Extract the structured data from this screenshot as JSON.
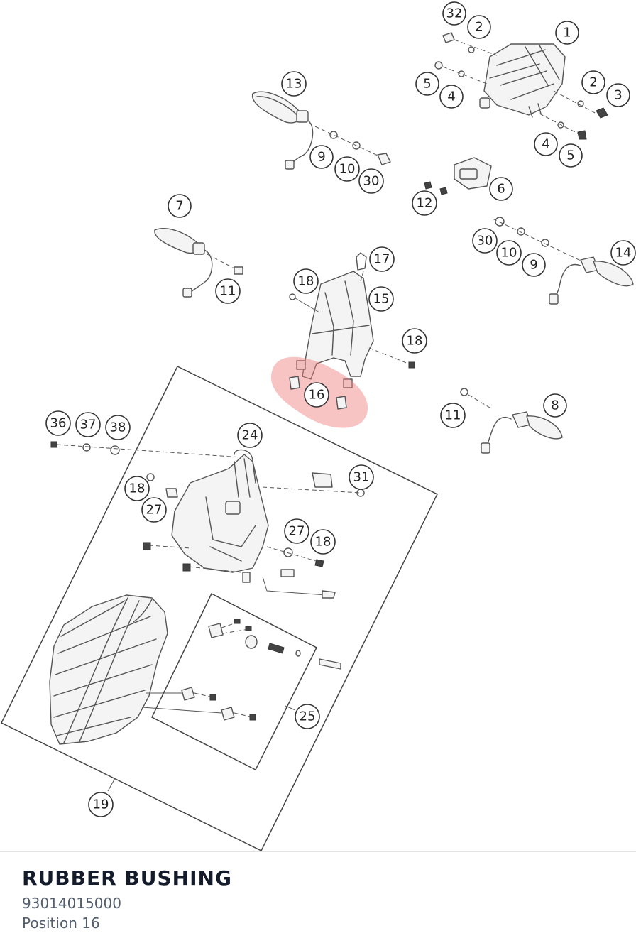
{
  "selected_part": {
    "name": "RUBBER BUSHING",
    "part_number": "93014015000",
    "position_label": "Position 16",
    "position": "16",
    "highlight_color": "#f07a7a"
  },
  "callouts": {
    "c32": "32",
    "c2a": "2",
    "c1": "1",
    "c5a": "5",
    "c4a": "4",
    "c2b": "2",
    "c3": "3",
    "c4b": "4",
    "c5b": "5",
    "c13": "13",
    "c9a": "9",
    "c10a": "10",
    "c30a": "30",
    "c6": "6",
    "c12": "12",
    "c7": "7",
    "c11a": "11",
    "c30b": "30",
    "c10b": "10",
    "c9b": "9",
    "c14": "14",
    "c17": "17",
    "c18a": "18",
    "c15": "15",
    "c18b": "18",
    "c16": "16",
    "c11b": "11",
    "c8": "8",
    "c36": "36",
    "c37": "37",
    "c38": "38",
    "c24": "24",
    "c31": "31",
    "c18c": "18",
    "c27a": "27",
    "c27b": "27",
    "c18d": "18",
    "c25": "25",
    "c19": "19"
  }
}
